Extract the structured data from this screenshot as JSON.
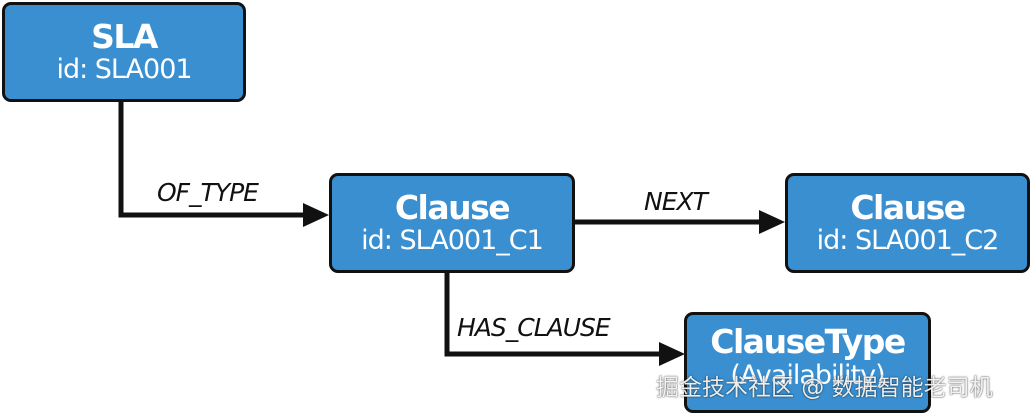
{
  "nodes": {
    "sla": {
      "title": "SLA",
      "sub": "id: SLA001"
    },
    "clause1": {
      "title": "Clause",
      "sub": "id: SLA001_C1"
    },
    "clause2": {
      "title": "Clause",
      "sub": "id: SLA001_C2"
    },
    "clausetype": {
      "title": "ClauseType",
      "sub": "(Availability)"
    }
  },
  "edges": {
    "of_type": "OF_TYPE",
    "next": "NEXT",
    "has_clause": "HAS_CLAUSE"
  },
  "watermark": "掘金技术社区 @ 数据智能老司机",
  "colors": {
    "node_fill": "#3a8fd0",
    "node_border": "#111111",
    "edge": "#111111"
  }
}
